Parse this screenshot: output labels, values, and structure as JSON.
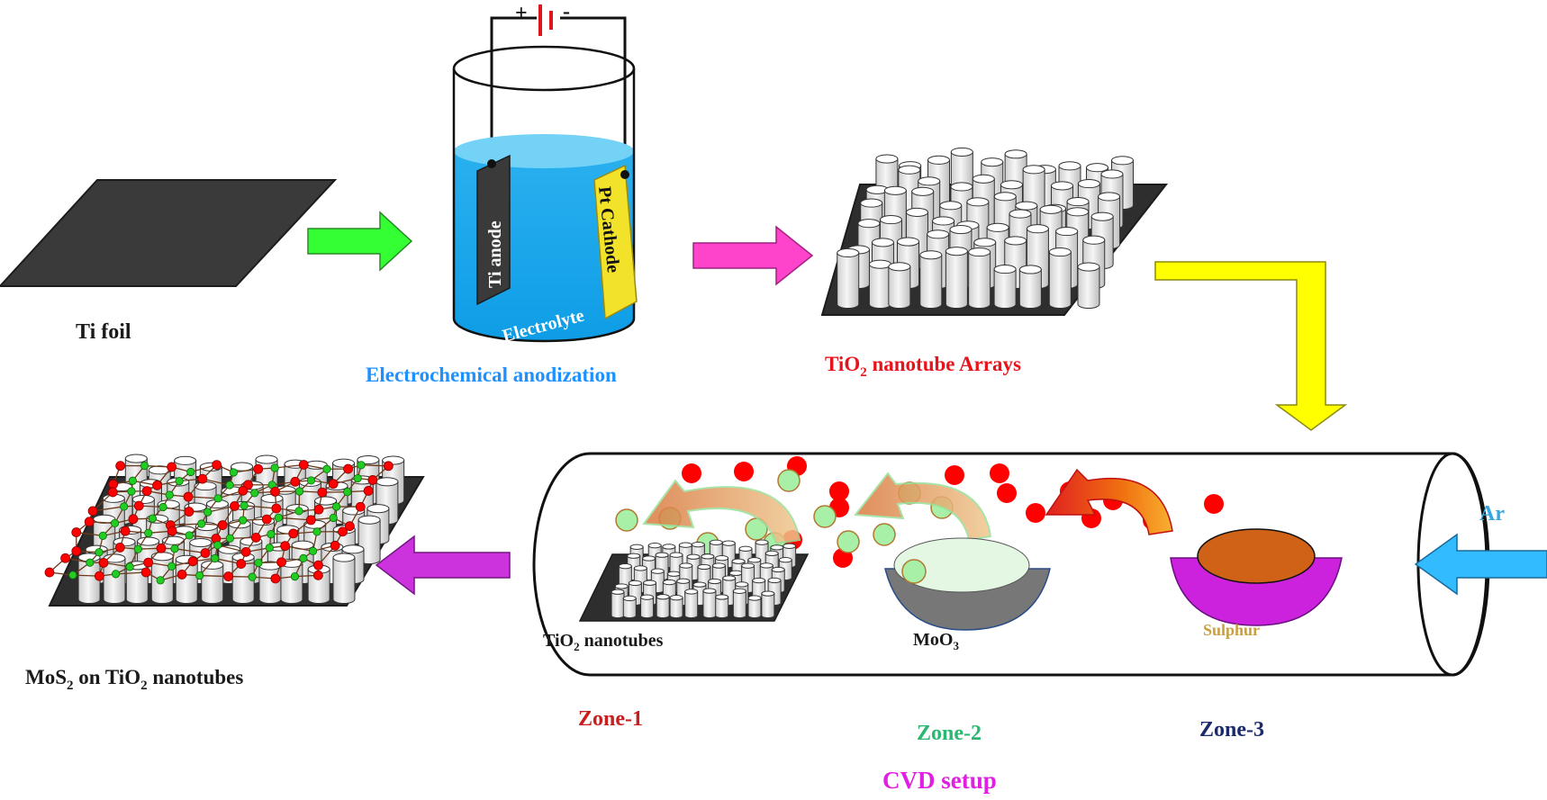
{
  "labels": {
    "ti_foil": "Ti foil",
    "ti_anode": "Ti anode",
    "pt_cathode": "Pt Cathode",
    "electrolyte": "Electrolyte",
    "plus": "+",
    "minus": "-",
    "anodization": "Electrochemical anodization",
    "tio2_arrays_prefix": "TiO",
    "tio2_arrays_sub": "2",
    "tio2_arrays_suffix": " nanotube Arrays",
    "tube_tio2_prefix": "TiO",
    "tube_tio2_sub": "2",
    "tube_tio2_suffix": " nanotubes",
    "moo3_prefix": "MoO",
    "moo3_sub": "3",
    "sulphur": "Sulphur",
    "ar": "Ar",
    "zone1": "Zone-1",
    "zone2": "Zone-2",
    "zone3": "Zone-3",
    "cvd": "CVD setup",
    "mos2_prefix": "MoS",
    "mos2_sub": "2",
    "mos2_mid": " on TiO",
    "mos2_sub2": "2",
    "mos2_suffix": " nanotubes"
  },
  "colors": {
    "label_dark": "#1a1a1a",
    "anodization": "#1e90ff",
    "tio2_arrays": "#e8141c",
    "sulphur": "#c8a040",
    "ar": "#35a8e0",
    "zone1": "#c81e1e",
    "zone2": "#2cb870",
    "zone3": "#1a2a6c",
    "cvd": "#e020e0",
    "arrow_green": "#33ff33",
    "arrow_pink": "#ff44cc",
    "arrow_yellow": "#ffff00",
    "arrow_purple": "#cc33dd",
    "arrow_blue": "#33bbff",
    "particle_red": "#ff0000",
    "particle_green": "#a8f0a8"
  }
}
